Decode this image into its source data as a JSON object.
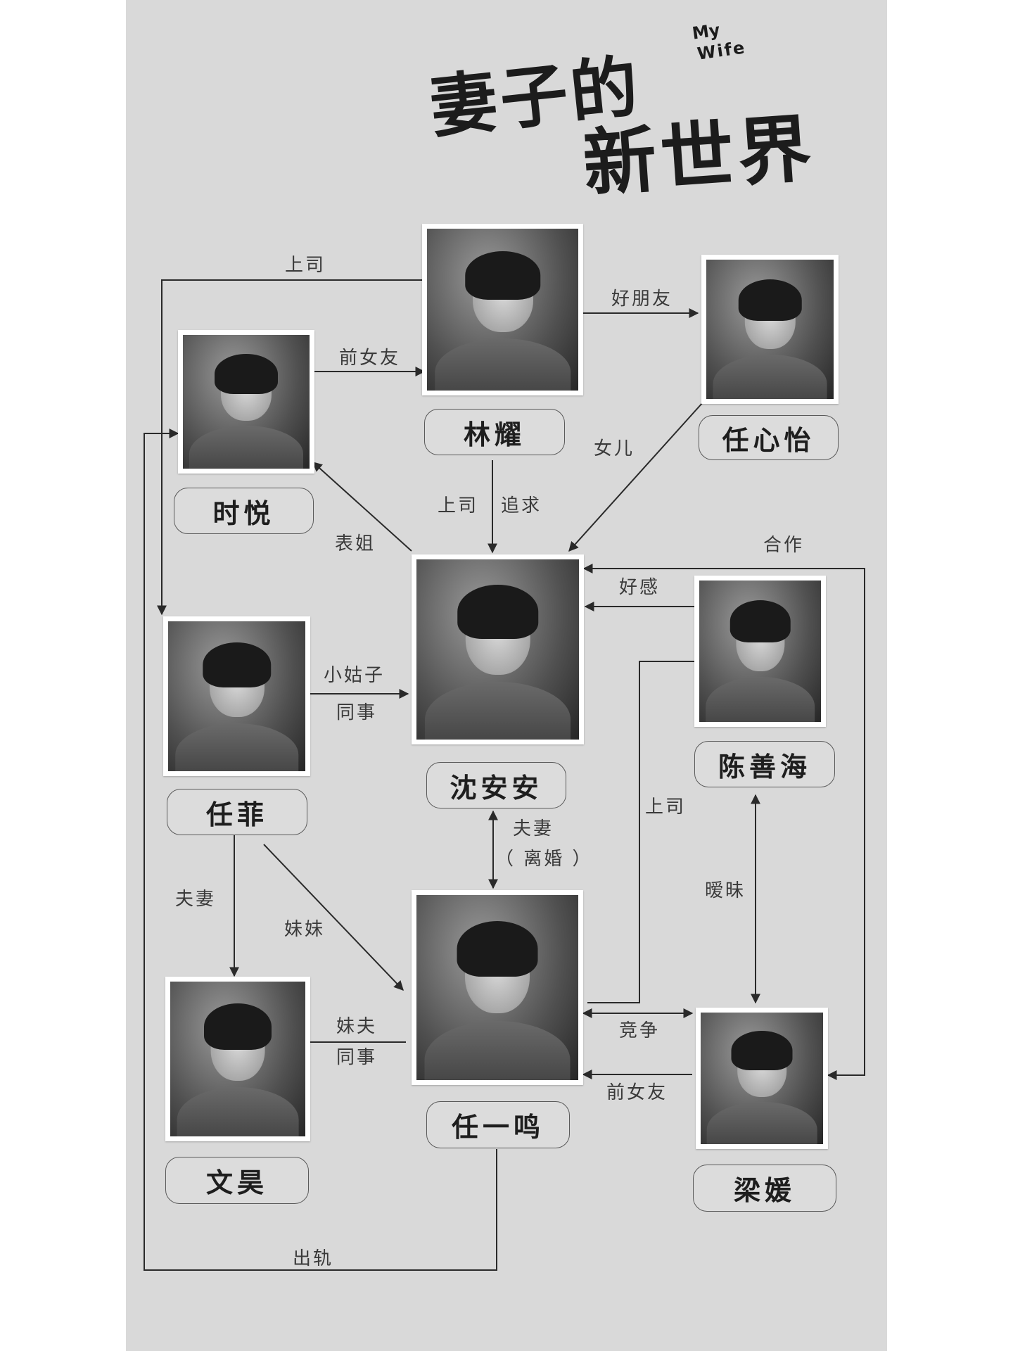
{
  "title": {
    "chinese_line1": "妻子的",
    "chinese_line2": "新世界",
    "english_line1": "My",
    "english_line2": "Wife"
  },
  "characters": [
    {
      "id": "linyao",
      "name": "林耀"
    },
    {
      "id": "renxinyi",
      "name": "任心怡"
    },
    {
      "id": "shiyue",
      "name": "时悦"
    },
    {
      "id": "shenanan",
      "name": "沈安安"
    },
    {
      "id": "renfei",
      "name": "任菲"
    },
    {
      "id": "chenshanhai",
      "name": "陈善海"
    },
    {
      "id": "renyiming",
      "name": "任一鸣"
    },
    {
      "id": "wenhao",
      "name": "文昊"
    },
    {
      "id": "liangyuan",
      "name": "梁媛"
    }
  ],
  "relations": {
    "linyao_renfei": "上司",
    "shiyue_linyao": "前女友",
    "linyao_renxinyi": "好朋友",
    "renxinyi_shenanan": "女儿",
    "linyao_shenanan_1": "上司",
    "linyao_shenanan_2": "追求",
    "shenanan_shiyue": "表姐",
    "liangyuan_shenanan": "合作",
    "chenshanhai_shenanan": "好感",
    "renfei_shenanan_1": "小姑子",
    "renfei_shenanan_2": "同事",
    "shenanan_renyiming_1": "夫妻",
    "shenanan_renyiming_2": "（ 离婚 ）",
    "chenshanhai_renyiming": "上司",
    "chenshanhai_liangyuan": "暧昧",
    "renfei_wenhao": "夫妻",
    "renfei_renyiming": "妹妹",
    "wenhao_renyiming_1": "妹夫",
    "wenhao_renyiming_2": "同事",
    "renyiming_liangyuan": "竞争",
    "liangyuan_renyiming": "前女友",
    "renyiming_shiyue": "出轨"
  }
}
